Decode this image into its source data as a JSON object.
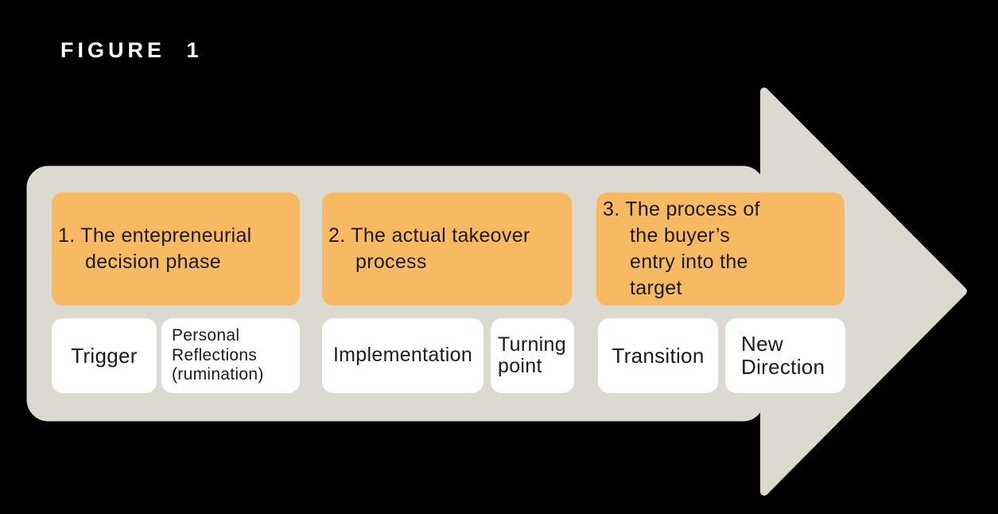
{
  "figure": {
    "title": "FIGURE 1"
  },
  "colors": {
    "background": "#000000",
    "arrow": "#DCD9D1",
    "phase_box": "#F8B963",
    "item_box": "#FFFFFF",
    "text": "#1B1B1B",
    "title_text": "#FFFFFF"
  },
  "phases": [
    {
      "number": "1.",
      "title": "The entepreneurial decision phase",
      "steps": [
        {
          "label": "Trigger"
        },
        {
          "label": "Personal Reflections (rumination)"
        }
      ]
    },
    {
      "number": "2.",
      "title": "The actual takeover process",
      "steps": [
        {
          "label": "Implementation"
        },
        {
          "label": "Turning point"
        }
      ]
    },
    {
      "number": "3.",
      "title": "The process of the buyer’s entry into the target",
      "steps": [
        {
          "label": "Transition"
        },
        {
          "label": "New Direction"
        }
      ]
    }
  ]
}
